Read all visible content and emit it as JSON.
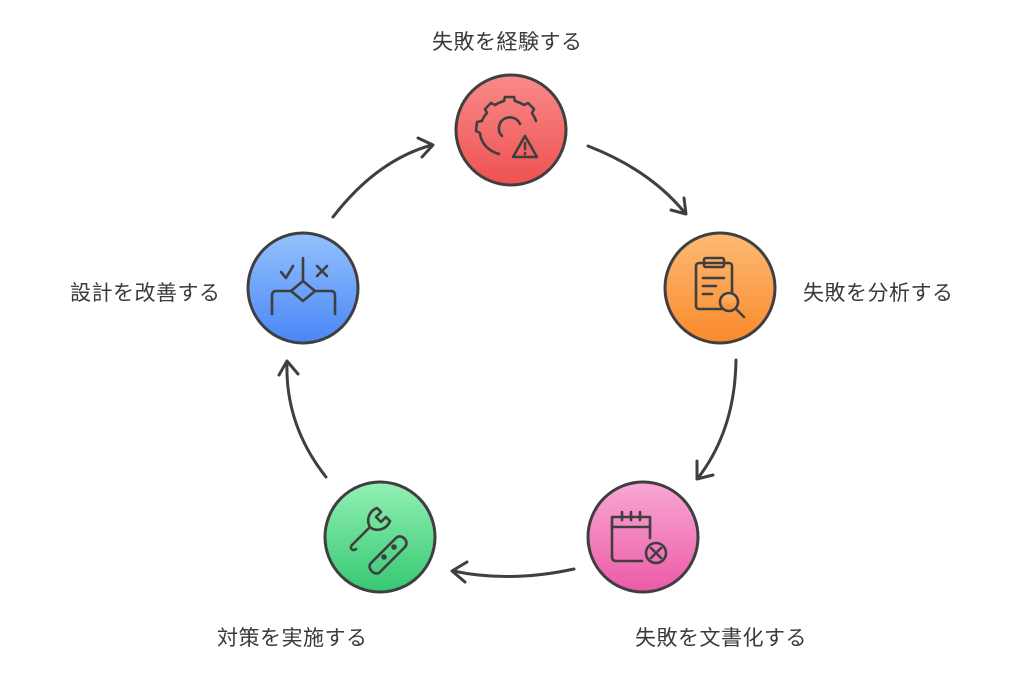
{
  "steps": [
    {
      "label": "失敗を経験する",
      "icon": "gear-warning-icon",
      "color_top": "#f87171",
      "color_bottom": "#ef4444"
    },
    {
      "label": "失敗を分析する",
      "icon": "clipboard-search-icon",
      "color_top": "#fdba74",
      "color_bottom": "#f97316"
    },
    {
      "label": "失敗を文書化する",
      "icon": "calendar-x-icon",
      "color_top": "#f9a8d4",
      "color_bottom": "#ec4899"
    },
    {
      "label": "対策を実施する",
      "icon": "wrench-bandage-icon",
      "color_top": "#86efac",
      "color_bottom": "#22c55e"
    },
    {
      "label": "設計を改善する",
      "icon": "decision-diamond-icon",
      "color_top": "#93c5fd",
      "color_bottom": "#3b82f6"
    }
  ]
}
